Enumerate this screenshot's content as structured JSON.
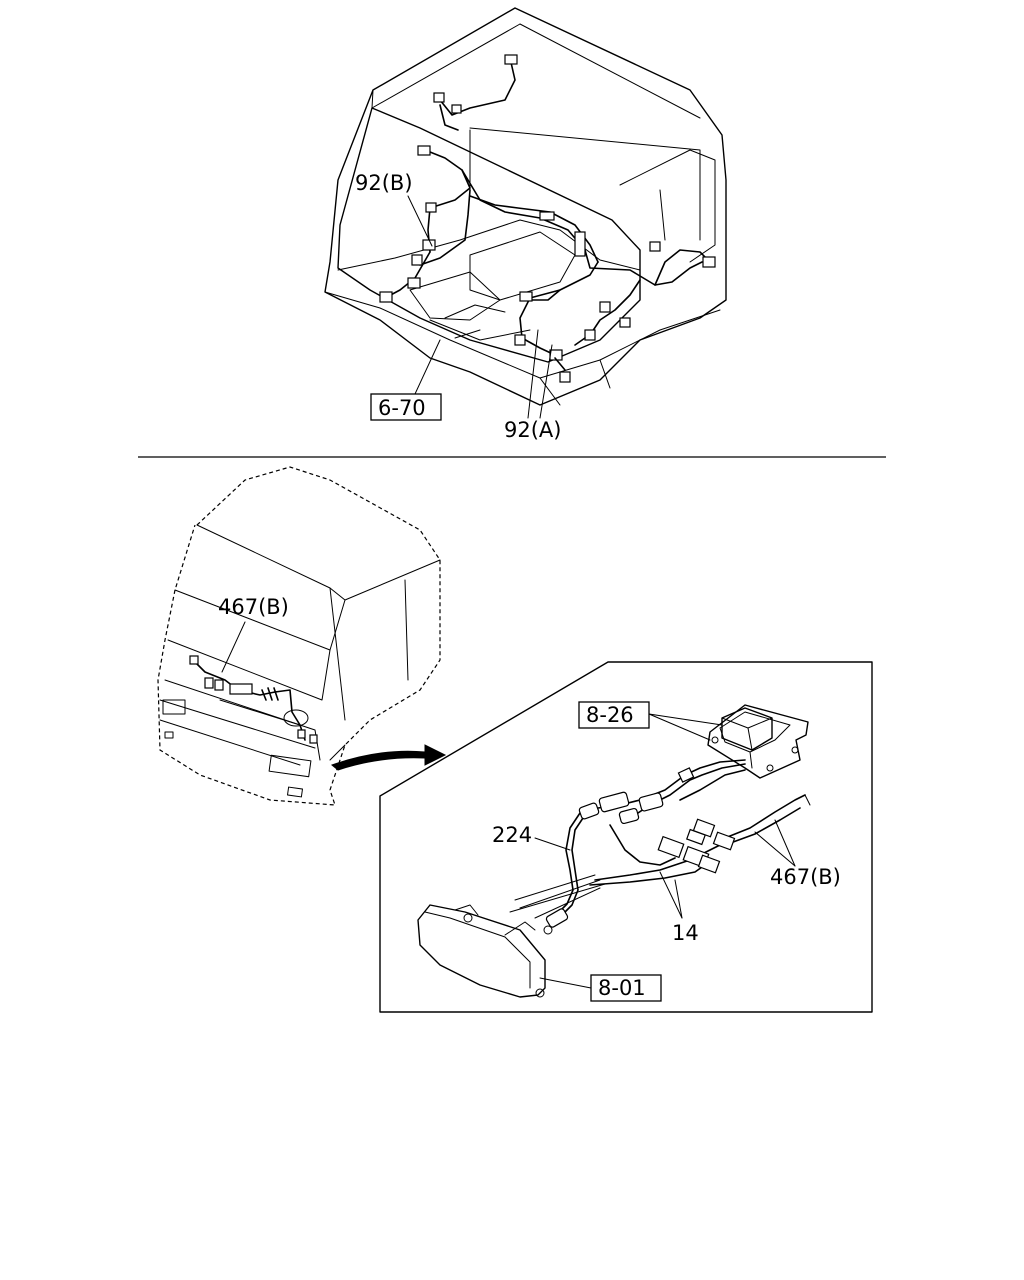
{
  "labels": {
    "top_harness_b": "92(B)",
    "top_ref": "6-70",
    "top_harness_a": "92(A)",
    "cab_harness_b": "467(B)",
    "detail_relay_ref": "8-26",
    "detail_wire_224": "224",
    "detail_harness_b": "467(B)",
    "detail_wire_14": "14",
    "detail_lamp_ref": "8-01"
  }
}
